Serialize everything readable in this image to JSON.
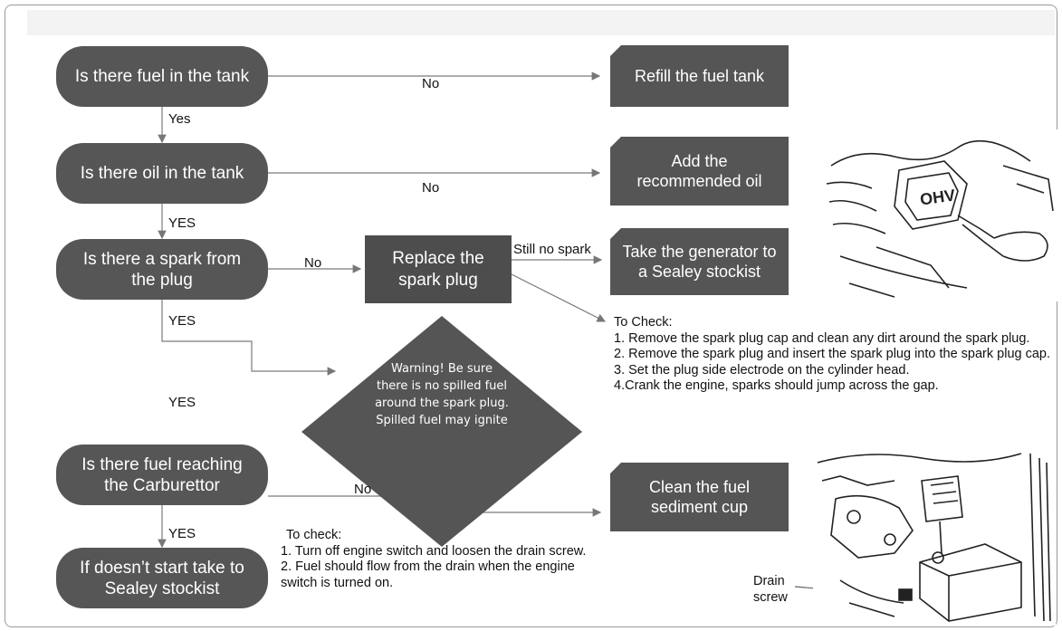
{
  "nodes": {
    "fuel_tank": "Is there fuel in the tank",
    "oil_tank": "Is there oil in the tank",
    "spark": "Is there a spark from the plug",
    "carb": "Is there fuel reaching the Carburettor",
    "no_start": "If doesn’t start take to Sealey stockist",
    "refill": "Refill the fuel tank",
    "add_oil": "Add the recommended oil",
    "replace_plug": "Replace the spark plug",
    "take_gen": "Take the generator to a Sealey stockist",
    "clean_cup": "Clean the fuel sediment cup",
    "warning": "Warning! Be sure there is no spilled fuel around the spark plug. Spilled fuel may ignite"
  },
  "edges": {
    "no1": "No",
    "yes1": "Yes",
    "no2": "No",
    "yes2": "YES",
    "no3": "No",
    "still_no_spark": "Still no spark",
    "yes3": "YES",
    "yes_mid": "YES",
    "no4": "No",
    "yes4": "YES"
  },
  "spark_check": {
    "title": "To Check:",
    "steps": [
      "1. Remove the spark plug cap and clean any dirt around the spark plug.",
      "2. Remove the spark plug and insert the spark plug into the spark plug cap.",
      "3. Set the plug side electrode on the cylinder head.",
      "4.Crank the engine, sparks should jump across the gap."
    ]
  },
  "fuel_check": {
    "title": "To check:",
    "steps": [
      "1. Turn off engine switch and loosen the drain screw.",
      "2. Fuel should flow from the drain when the engine switch is turned on."
    ]
  },
  "drain_label": "Drain screw",
  "colors": {
    "node": "#565656",
    "line": "#7a7a7a",
    "text_on_node": "#ffffff"
  }
}
